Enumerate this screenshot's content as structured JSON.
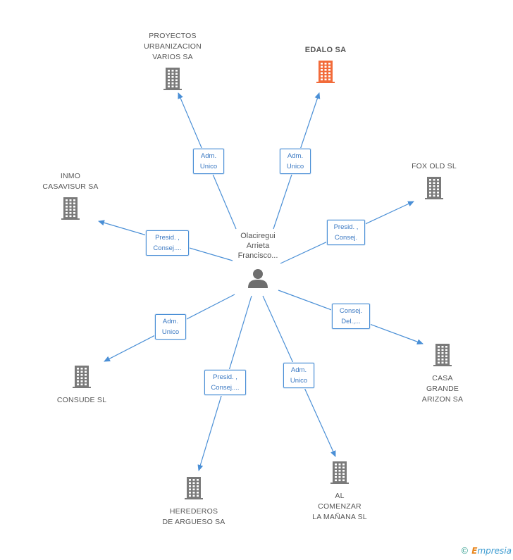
{
  "person": {
    "lines": [
      "Olaciregui",
      "Arrieta",
      "Francisco..."
    ],
    "icon": "person-icon"
  },
  "colors": {
    "link": "#4a8fd6",
    "building": "#7a7a7a",
    "highlight": "#f26b3a"
  },
  "companies": [
    {
      "id": "proyectos",
      "lines": [
        "PROYECTOS",
        "URBANIZACION",
        "VARIOS SA"
      ],
      "highlight": false
    },
    {
      "id": "edalo",
      "lines": [
        "EDALO SA"
      ],
      "highlight": true
    },
    {
      "id": "inmo",
      "lines": [
        "INMO",
        "CASAVISUR SA"
      ],
      "highlight": false
    },
    {
      "id": "foxold",
      "lines": [
        "FOX OLD  SL"
      ],
      "highlight": false
    },
    {
      "id": "consude",
      "lines": [
        "CONSUDE SL"
      ],
      "highlight": false
    },
    {
      "id": "casagrande",
      "lines": [
        "CASA",
        "GRANDE",
        "ARIZON SA"
      ],
      "highlight": false
    },
    {
      "id": "herederos",
      "lines": [
        "HEREDEROS",
        "DE ARGUESO SA"
      ],
      "highlight": false
    },
    {
      "id": "alcomenzar",
      "lines": [
        "AL",
        "COMENZAR",
        "LA MAÑANA  SL"
      ],
      "highlight": false
    }
  ],
  "roles": [
    {
      "target": "proyectos",
      "lines": [
        "Adm.",
        "Unico"
      ]
    },
    {
      "target": "edalo",
      "lines": [
        "Adm.",
        "Unico"
      ]
    },
    {
      "target": "inmo",
      "lines": [
        "Presid. ,",
        "Consej...."
      ]
    },
    {
      "target": "foxold",
      "lines": [
        "Presid. ,",
        "Consej."
      ]
    },
    {
      "target": "consude",
      "lines": [
        "Adm.",
        "Unico"
      ]
    },
    {
      "target": "casagrande",
      "lines": [
        "Consej.",
        "Del.,..."
      ]
    },
    {
      "target": "herederos",
      "lines": [
        "Presid. ,",
        "Consej...."
      ]
    },
    {
      "target": "alcomenzar",
      "lines": [
        "Adm.",
        "Unico"
      ]
    }
  ],
  "footer": {
    "copyright": "©",
    "brand_first": "E",
    "brand_rest": "mpresia"
  }
}
